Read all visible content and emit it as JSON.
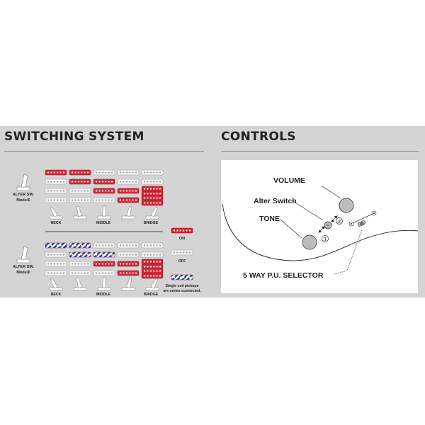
{
  "switching": {
    "title": "SWITCHING SYSTEM",
    "mode1_label_line1": "ALTER SW.",
    "mode1_label_line2": "Mode①",
    "mode2_label_line1": "ALTER SW.",
    "mode2_label_line2": "Mode②",
    "positions": [
      "NECK",
      "MIDDLE",
      "BRIDGE"
    ],
    "mode1_grid": [
      [
        "on",
        "on",
        "off",
        "off",
        "off"
      ],
      [
        "off",
        "on",
        "on",
        "off",
        "off"
      ],
      [
        "off",
        "off",
        "on",
        "on",
        "hum"
      ],
      [
        "off",
        "off",
        "off",
        "on",
        "hum"
      ]
    ],
    "mode2_grid": [
      [
        "series",
        "series",
        "off",
        "off",
        "off"
      ],
      [
        "off",
        "series",
        "series",
        "off",
        "off"
      ],
      [
        "off",
        "off",
        "on",
        "on",
        "hum"
      ],
      [
        "off",
        "off",
        "off",
        "on",
        "hum"
      ]
    ]
  },
  "legend": {
    "on_label": "ON",
    "off_label": "OFF",
    "series_line1": "Single coil pickups",
    "series_line2": "are series-connected."
  },
  "controls": {
    "title": "CONTROLS",
    "volume_label": "VOLUME",
    "alter_switch_label": "Alter Switch",
    "tone_label": "TONE",
    "selector_label": "5 WAY P.U. SELECTOR",
    "marker_1": "1",
    "marker_2": "2"
  },
  "colors": {
    "on": "#d62839",
    "series": "#2c3fa0",
    "off_fill": "#f4f4f4",
    "panel": "#d4d4d4",
    "knob": "#bdbdbd"
  }
}
